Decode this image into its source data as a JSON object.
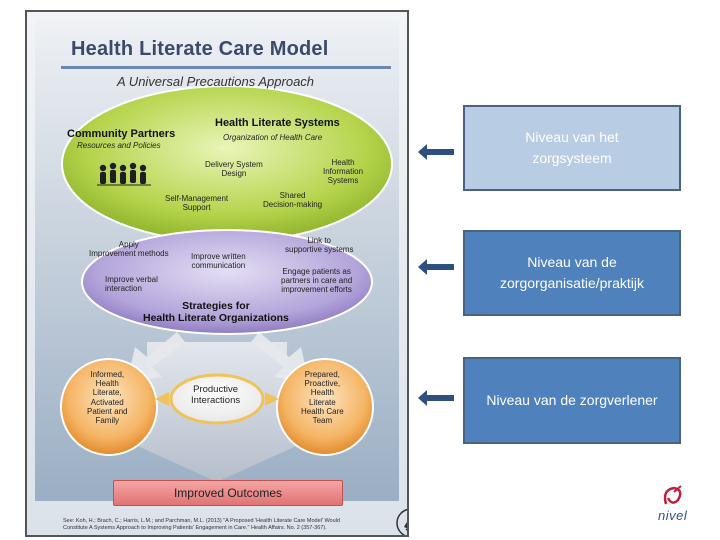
{
  "poster": {
    "title": "Health Literate Care Model",
    "subtitle": "A Universal Precautions Approach",
    "system": {
      "heading": "Health Literate Systems",
      "subheading": "Organization of Health Care",
      "community_heading": "Community Partners",
      "community_sub": "Resources and Policies",
      "delivery": "Delivery System\nDesign",
      "health_info": "Health\nInformation\nSystems",
      "self_mgmt": "Self-Management\nSupport",
      "shared": "Shared\nDecision-making"
    },
    "org": {
      "apply": "Apply\nImprovement methods",
      "improve_written": "Improve written\ncommunication",
      "link": "Link to\nsupportive systems",
      "verbal": "Improve verbal\ninteraction",
      "engage": "Engage patients as\npartners in care and\nimprovement efforts",
      "strategies": "Strategies for\nHealth Literate Organizations"
    },
    "interaction": {
      "patient": "Informed,\nHealth\nLiterate,\nActivated\nPatient and\nFamily",
      "productive": "Productive\nInteractions",
      "team": "Prepared,\nProactive,\nHealth\nLiterate\nHealth Care\nTeam"
    },
    "outcomes": "Improved Outcomes",
    "citation": "See: Koh, H.; Brach, C.; Harris, L.M.; and Parchman, M.L. (2013) \"A Proposed 'Health Literate Care Model' Would Constitute A Systems Approach to Improving Patients' Engagement in Care.\" Health Affairs. No. 2 (357-367)."
  },
  "levels": [
    {
      "label": "Niveau van het\nzorgsysteem"
    },
    {
      "label": "Niveau van de\nzorgorganisatie/praktijk"
    },
    {
      "label": "Niveau van de zorgverlener"
    }
  ],
  "logo": {
    "text": "nivel"
  },
  "colors": {
    "level_light": "#b8cce4",
    "level_dark": "#4f81bd",
    "arrow": "#2f4f7f",
    "green_oval": "#b5d44c",
    "purple_oval": "#9b88c8",
    "orange_circle": "#f0a14a"
  }
}
